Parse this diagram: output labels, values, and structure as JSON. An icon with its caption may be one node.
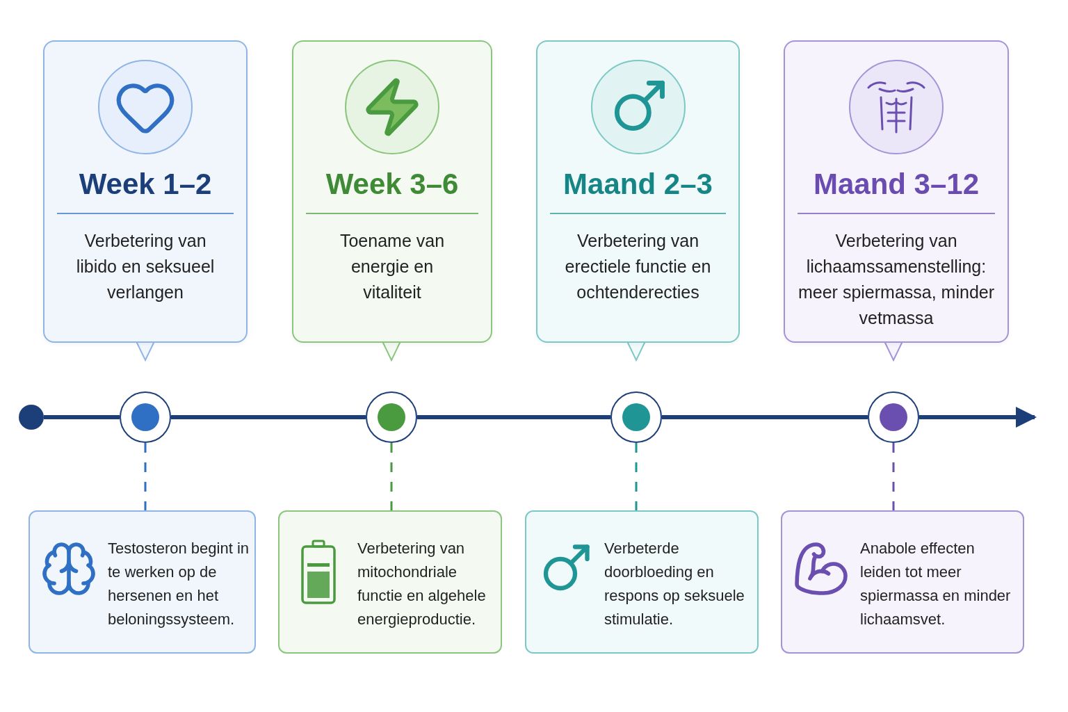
{
  "diagram": {
    "nodes": [
      {
        "text": [
          "Week 1–2",
          "Verbetering van libido en seksueel verlangen"
        ]
      },
      {
        "text": [
          "Week 3–6",
          "Toename van energie en vitaliteit"
        ]
      },
      {
        "text": [
          "Maand 2–3",
          "Verbetering van erectiele functie en ochtenderecties"
        ]
      },
      {
        "text": [
          "Maand 3–12",
          "Verbetering van lichaamssamenstelling: meer spiermassa, minder vetmassa"
        ]
      },
      {
        "text": [],
        "shape": "circle"
      },
      {
        "text": [],
        "shape": "circle"
      },
      {
        "text": [],
        "shape": "circle"
      },
      {
        "text": [],
        "shape": "circle"
      },
      {
        "text": [],
        "shape": "circle"
      },
      {
        "text": [
          "Testosteron begint in te werken op de hersenen en het beloningssysteem."
        ]
      },
      {
        "text": [
          "Verbetering van mitochondriale functie en algehele energieproductie."
        ]
      },
      {
        "text": [
          "Verbeterde doorbloeding en respons op seksuele stimulatie."
        ]
      },
      {
        "text": [
          "Anabole effecten leiden tot meer spiermassa en minder lichaamsvet."
        ]
      }
    ],
    "edges": [
      {
        "from": 4,
        "to": 5,
        "arrow": "none"
      },
      {
        "from": 5,
        "to": 6,
        "arrow": "none"
      },
      {
        "from": 6,
        "to": 7,
        "arrow": "none"
      },
      {
        "from": 7,
        "to": 8,
        "arrow": "none"
      },
      {
        "from": 8,
        "to": null,
        "arrow": "to"
      },
      {
        "from": 5,
        "to": 9,
        "arrow": "none",
        "style": "dashed",
        "color": "#2f6fc4"
      },
      {
        "from": 6,
        "to": 10,
        "arrow": "none",
        "style": "dashed",
        "color": "#4a9a3f"
      },
      {
        "from": 7,
        "to": 11,
        "arrow": "none",
        "style": "dashed",
        "color": "#1f9595"
      },
      {
        "from": 8,
        "to": 12,
        "arrow": "none",
        "style": "dashed",
        "color": "#6b4fb0"
      }
    ]
  }
}
